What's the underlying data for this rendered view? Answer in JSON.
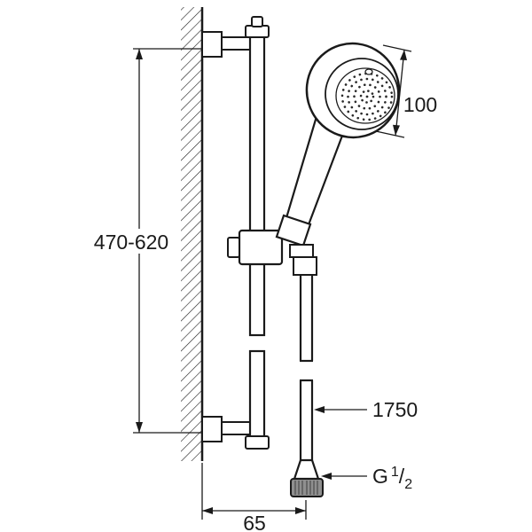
{
  "drawing": {
    "type": "technical-dimension-diagram",
    "subject": "shower rail set with hand shower, wall-mounted, with hose",
    "labels": {
      "rail_mounting_length": "470-620",
      "head_diameter": "100",
      "hose_length": "1750",
      "thread_prefix": "G",
      "thread_numerator": "1",
      "thread_slash": "/",
      "thread_denominator": "2",
      "wall_distance": "65"
    },
    "colors": {
      "line": "#1a1a1a",
      "background": "#ffffff",
      "knurl_fill": "#8f8f8f"
    }
  }
}
